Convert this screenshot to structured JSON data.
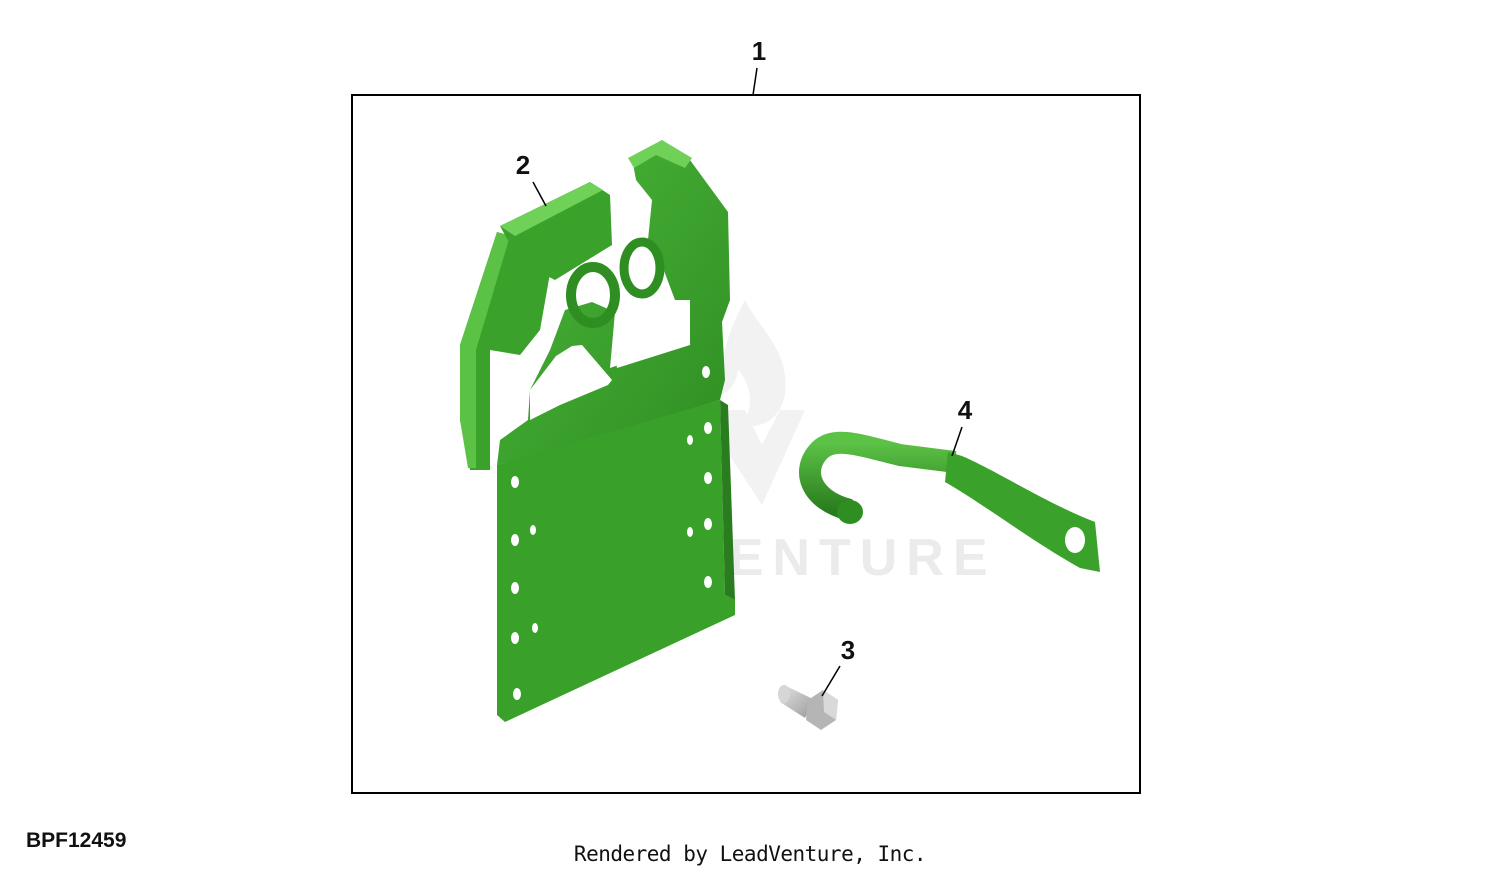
{
  "callouts": {
    "kit": "1",
    "bracket": "2",
    "bolt": "3",
    "hook": "4"
  },
  "watermark": "LEADVENTURE",
  "figure_id": "BPF12459",
  "credit": "Rendered by LeadVenture, Inc.",
  "colors": {
    "part_green": "#3aa12a",
    "part_green_dark": "#2a7d1e",
    "part_green_light": "#5cc246",
    "bolt_gray": "#c4c4c4",
    "watermark": "#e6e6e6",
    "frame": "#000000"
  }
}
